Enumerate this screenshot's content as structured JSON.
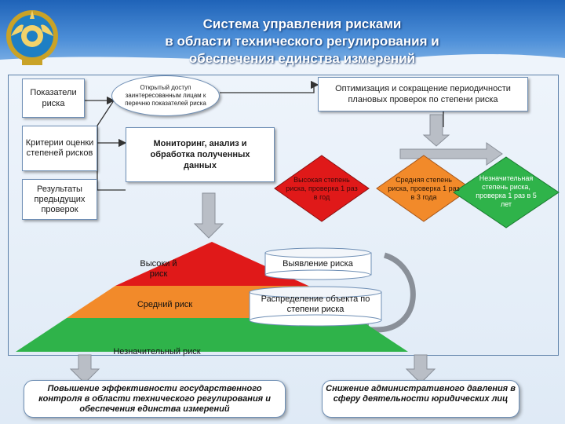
{
  "title_lines": [
    "Система управления рисками",
    "в области технического регулирования и",
    "обеспечения единства измерений"
  ],
  "left_boxes": {
    "indicators": "Показатели риска",
    "criteria": "Критерии оценки степеней рисков",
    "results": "Результаты предыдущих проверок"
  },
  "open_access": "Открытый доступ заинтересованным лицам к перечню показателей риска",
  "optimization": "Оптимизация и сокращение периодичности плановых проверок по степени риска",
  "monitoring": "Мониторинг, анализ и обработка полученных данных",
  "diamonds": {
    "high": "Высокая степень риска, проверка 1 раз в год",
    "medium": "Средняя степень риска, проверка 1 раз в 3 года",
    "low": "Незначительная степень риска, проверка 1 раз в 5 лет"
  },
  "pyramid": {
    "high": "Высоки й риск",
    "medium": "Средний риск",
    "low": "Незначительный риск"
  },
  "cylinders": {
    "identify": "Выявление риска",
    "distribute": "Распределение объекта по степени риска"
  },
  "bottom": {
    "left": "Повышение эффективности государственного контроля в области технического регулирования и обеспечения единства измерений",
    "right": "Снижение административного давления в сферу деятельности юридических лиц"
  },
  "colors": {
    "header": "#2f72c4",
    "high_risk": "#e01919",
    "medium_risk": "#f28a2a",
    "low_risk": "#2fb34a",
    "arrow": "#b9bec6"
  }
}
